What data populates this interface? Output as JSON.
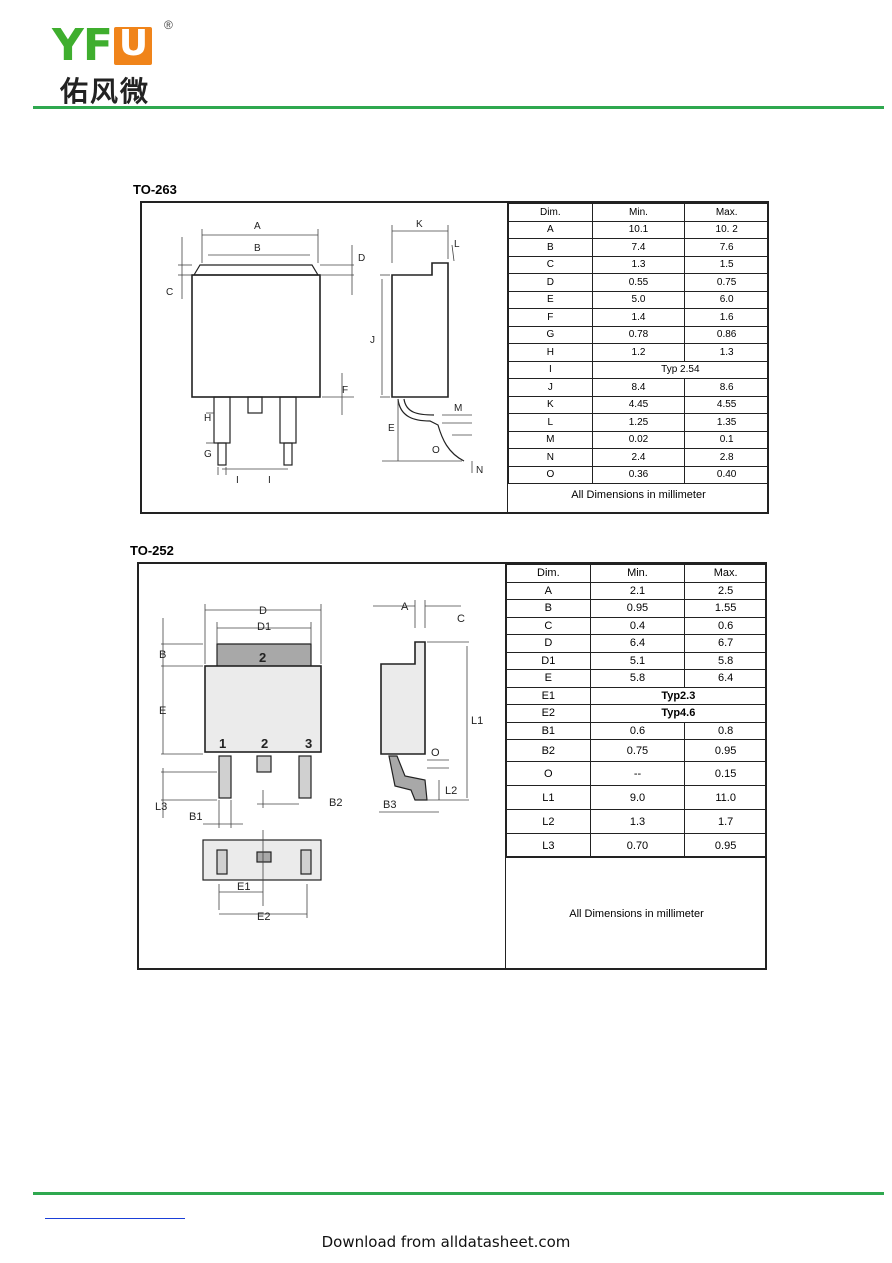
{
  "header": {
    "logo_letters": [
      "Y",
      "F",
      "U"
    ],
    "logo_registered": "®",
    "logo_chinese": "佑风微",
    "brand_colors": {
      "green": "#3fae2e",
      "orange": "#f0841a",
      "rule": "#2fa84f"
    }
  },
  "to263": {
    "title": "TO-263",
    "table_header": [
      "Dim.",
      "Min.",
      "Max."
    ],
    "rows": [
      {
        "dim": "A",
        "min": "10.1",
        "max": "10. 2"
      },
      {
        "dim": "B",
        "min": "7.4",
        "max": "7.6"
      },
      {
        "dim": "C",
        "min": "1.3",
        "max": "1.5"
      },
      {
        "dim": "D",
        "min": "0.55",
        "max": "0.75"
      },
      {
        "dim": "E",
        "min": "5.0",
        "max": "6.0"
      },
      {
        "dim": "F",
        "min": "1.4",
        "max": "1.6"
      },
      {
        "dim": "G",
        "min": "0.78",
        "max": "0.86"
      },
      {
        "dim": "H",
        "min": "1.2",
        "max": "1.3"
      },
      {
        "dim": "I",
        "typ": "Typ 2.54"
      },
      {
        "dim": "J",
        "min": "8.4",
        "max": "8.6"
      },
      {
        "dim": "K",
        "min": "4.45",
        "max": "4.55"
      },
      {
        "dim": "L",
        "min": "1.25",
        "max": "1.35"
      },
      {
        "dim": "M",
        "min": "0.02",
        "max": "0.1"
      },
      {
        "dim": "N",
        "min": "2.4",
        "max": "2.8"
      },
      {
        "dim": "O",
        "min": "0.36",
        "max": "0.40"
      }
    ],
    "note": "All Dimensions in millimeter",
    "drawing_labels": {
      "A": "A",
      "B": "B",
      "C": "C",
      "D": "D",
      "E": "E",
      "F": "F",
      "G": "G",
      "H": "H",
      "I": "I",
      "J": "J",
      "K": "K",
      "L": "L",
      "M": "M",
      "N": "N",
      "O": "O"
    }
  },
  "to252": {
    "title": "TO-252",
    "table_header": [
      "Dim.",
      "Min.",
      "Max."
    ],
    "rows": [
      {
        "dim": "A",
        "min": "2.1",
        "max": "2.5"
      },
      {
        "dim": "B",
        "min": "0.95",
        "max": "1.55"
      },
      {
        "dim": "C",
        "min": "0.4",
        "max": "0.6"
      },
      {
        "dim": "D",
        "min": "6.4",
        "max": "6.7"
      },
      {
        "dim": "D1",
        "min": "5.1",
        "max": "5.8"
      },
      {
        "dim": "E",
        "min": "5.8",
        "max": "6.4"
      },
      {
        "dim": "E1",
        "typ": "Typ2.3"
      },
      {
        "dim": "E2",
        "typ": "Typ4.6"
      },
      {
        "dim": "B1",
        "min": "0.6",
        "max": "0.8"
      },
      {
        "dim": "B2",
        "min": "0.75",
        "max": "0.95"
      },
      {
        "dim": "O",
        "min": "--",
        "max": "0.15"
      },
      {
        "dim": "L1",
        "min": "9.0",
        "max": "11.0"
      },
      {
        "dim": "L2",
        "min": "1.3",
        "max": "1.7"
      },
      {
        "dim": "L3",
        "min": "0.70",
        "max": "0.95"
      }
    ],
    "note": "All Dimensions in millimeter",
    "drawing_labels": {
      "D": "D",
      "D1": "D1",
      "A": "A",
      "C": "C",
      "B": "B",
      "E": "E",
      "L1": "L1",
      "L2": "L2",
      "L3": "L3",
      "O": "O",
      "B1": "B1",
      "B2": "B2",
      "B3": "B3",
      "E1": "E1",
      "E2": "E2",
      "pin1": "1",
      "pin2": "2",
      "pin3": "3",
      "tab": "2"
    }
  },
  "footer": {
    "text": "Download from alldatasheet.com"
  }
}
